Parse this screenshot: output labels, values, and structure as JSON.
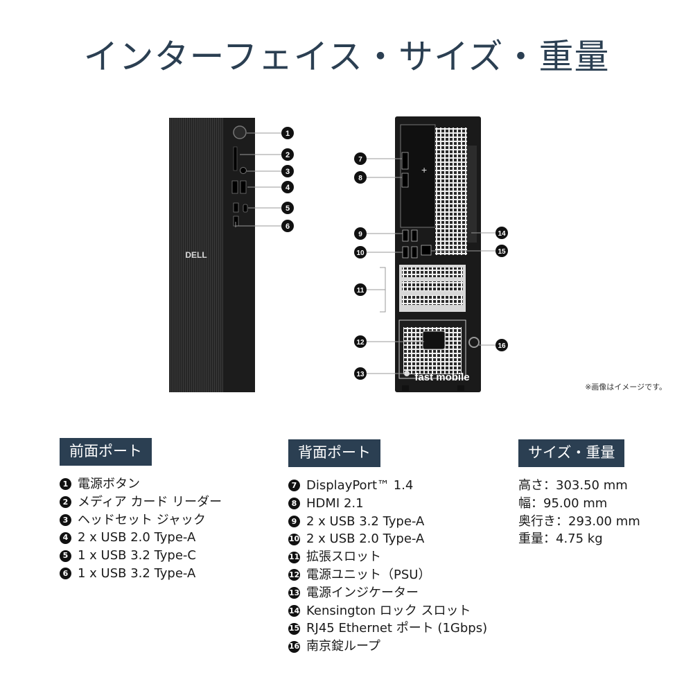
{
  "title": "インターフェイス・サイズ・重量",
  "note": "※画像はイメージです。",
  "front_logo": "DELL",
  "watermark": "fast mobile",
  "front_ports": {
    "header": "前面ポート",
    "items": [
      {
        "num": "1",
        "label": "電源ボタン"
      },
      {
        "num": "2",
        "label": "メディア カード リーダー"
      },
      {
        "num": "3",
        "label": "ヘッドセット ジャック"
      },
      {
        "num": "4",
        "label": "2 x USB 2.0 Type-A"
      },
      {
        "num": "5",
        "label": "1 x USB 3.2 Type-C"
      },
      {
        "num": "6",
        "label": "1 x USB 3.2 Type-A"
      }
    ]
  },
  "rear_ports": {
    "header": "背面ポート",
    "items": [
      {
        "num": "7",
        "label": "DisplayPort™ 1.4"
      },
      {
        "num": "8",
        "label": "HDMI 2.1"
      },
      {
        "num": "9",
        "label": "2 x USB 3.2 Type-A"
      },
      {
        "num": "10",
        "label": "2 x USB 2.0 Type-A"
      },
      {
        "num": "11",
        "label": "拡張スロット"
      },
      {
        "num": "12",
        "label": "電源ユニット（PSU）"
      },
      {
        "num": "13",
        "label": "電源インジケーター"
      },
      {
        "num": "14",
        "label": "Kensington ロック スロット"
      },
      {
        "num": "15",
        "label": "RJ45 Ethernet ポート (1Gbps)"
      },
      {
        "num": "16",
        "label": "南京錠ループ"
      }
    ]
  },
  "size_weight": {
    "header": "サイズ・重量",
    "items": [
      "高さ：303.50 mm",
      "幅：95.00 mm",
      "奥行き：293.00 mm",
      "重量：4.75 kg"
    ]
  },
  "colors": {
    "header_bg": "#2b3f52",
    "title": "#2b3f52",
    "device": "#1c1c1c"
  }
}
